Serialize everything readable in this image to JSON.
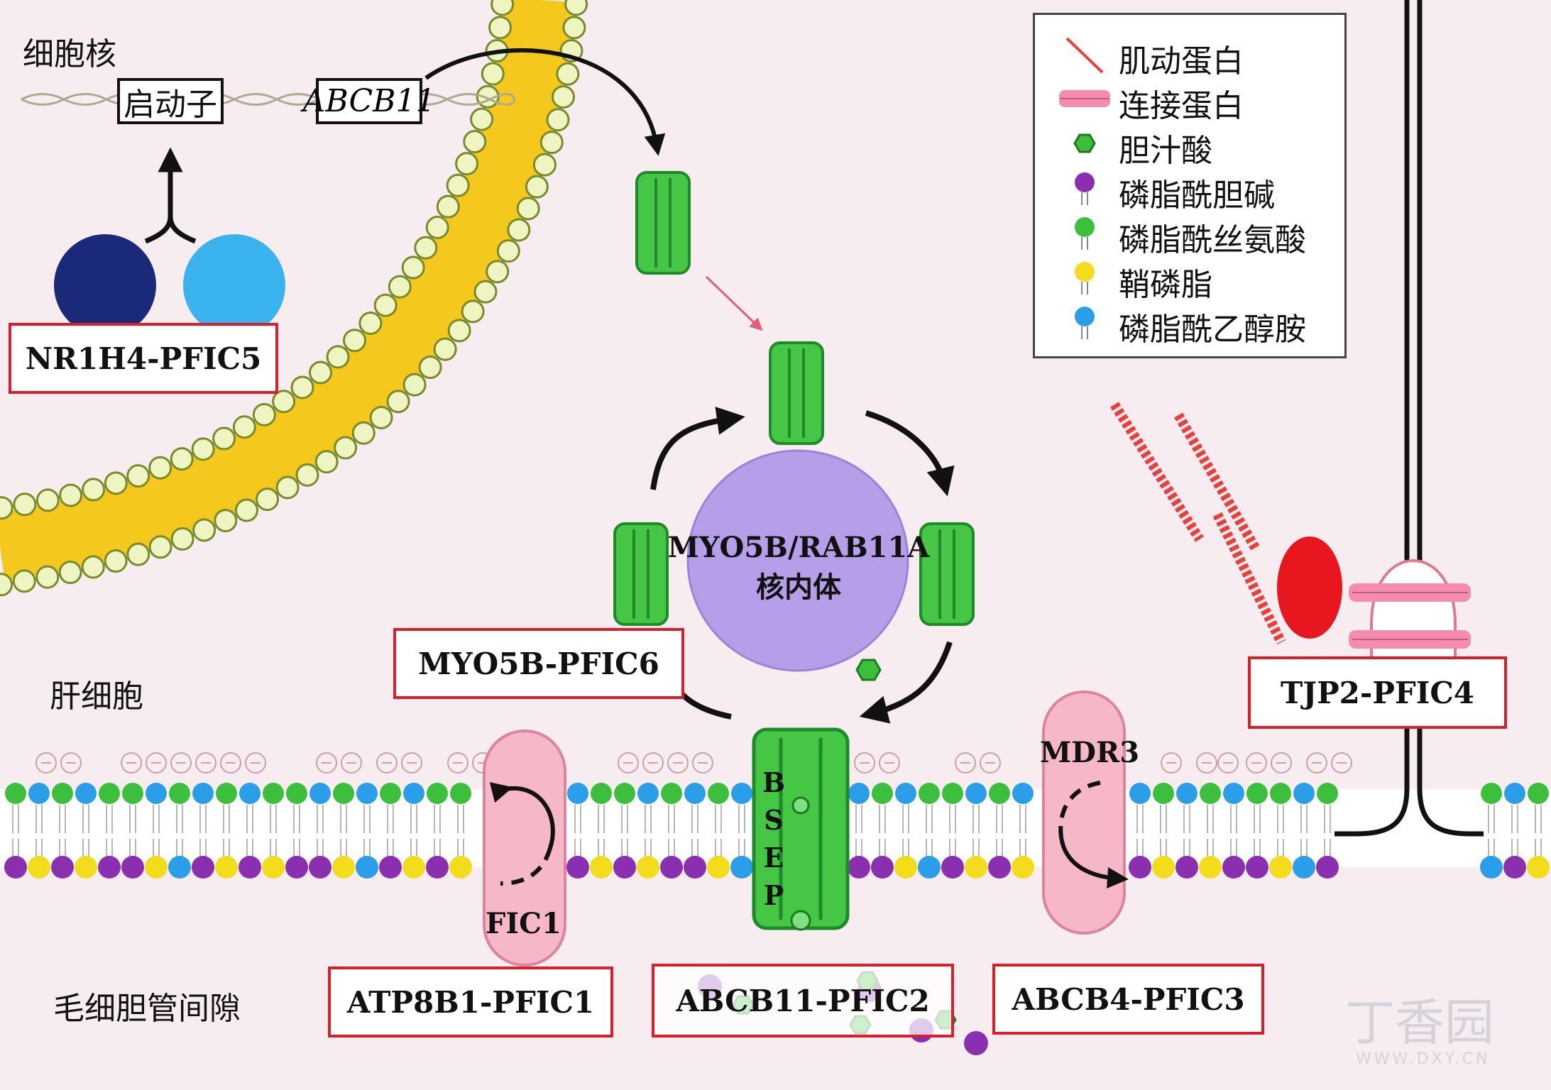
{
  "labels": {
    "nucleus": "细胞核",
    "hepatocyte": "肝细胞",
    "canaliculus": "毛细胆管间隙",
    "promoter": "启动子",
    "abcb11_gene": "ABCB11",
    "endosome_line1": "MYO5B/RAB11A",
    "endosome_line2": "核内体",
    "bsep": [
      "B",
      "S",
      "E",
      "P"
    ],
    "fic1": "FIC1",
    "mdr3": "MDR3"
  },
  "disease_boxes": {
    "nr1h4": "NR1H4-PFIC5",
    "myo5b": "MYO5B-PFIC6",
    "tjp2": "TJP2-PFIC4",
    "atp8b1": "ATP8B1-PFIC1",
    "abcb11": "ABCB11-PFIC2",
    "abcb4": "ABCB4-PFIC3"
  },
  "legend": [
    {
      "label": "肌动蛋白",
      "icon": "actin-line",
      "color": "#e8403c"
    },
    {
      "label": "连接蛋白",
      "icon": "junction-protein",
      "color": "#f07ca8"
    },
    {
      "label": "胆汁酸",
      "icon": "bile-acid-hexagon",
      "color": "#2fa82f"
    },
    {
      "label": "磷脂酰胆碱",
      "icon": "lipid-purple",
      "color": "#8a2fb0"
    },
    {
      "label": "磷脂酰丝氨酸",
      "icon": "lipid-green",
      "color": "#3cbf3c"
    },
    {
      "label": "鞘磷脂",
      "icon": "lipid-yellow",
      "color": "#f2dc1c"
    },
    {
      "label": "磷脂酰乙醇胺",
      "icon": "lipid-blue",
      "color": "#2a9ee8"
    }
  ],
  "watermark": {
    "brand": "丁香园",
    "url": "WWW.DXY.CN"
  }
}
